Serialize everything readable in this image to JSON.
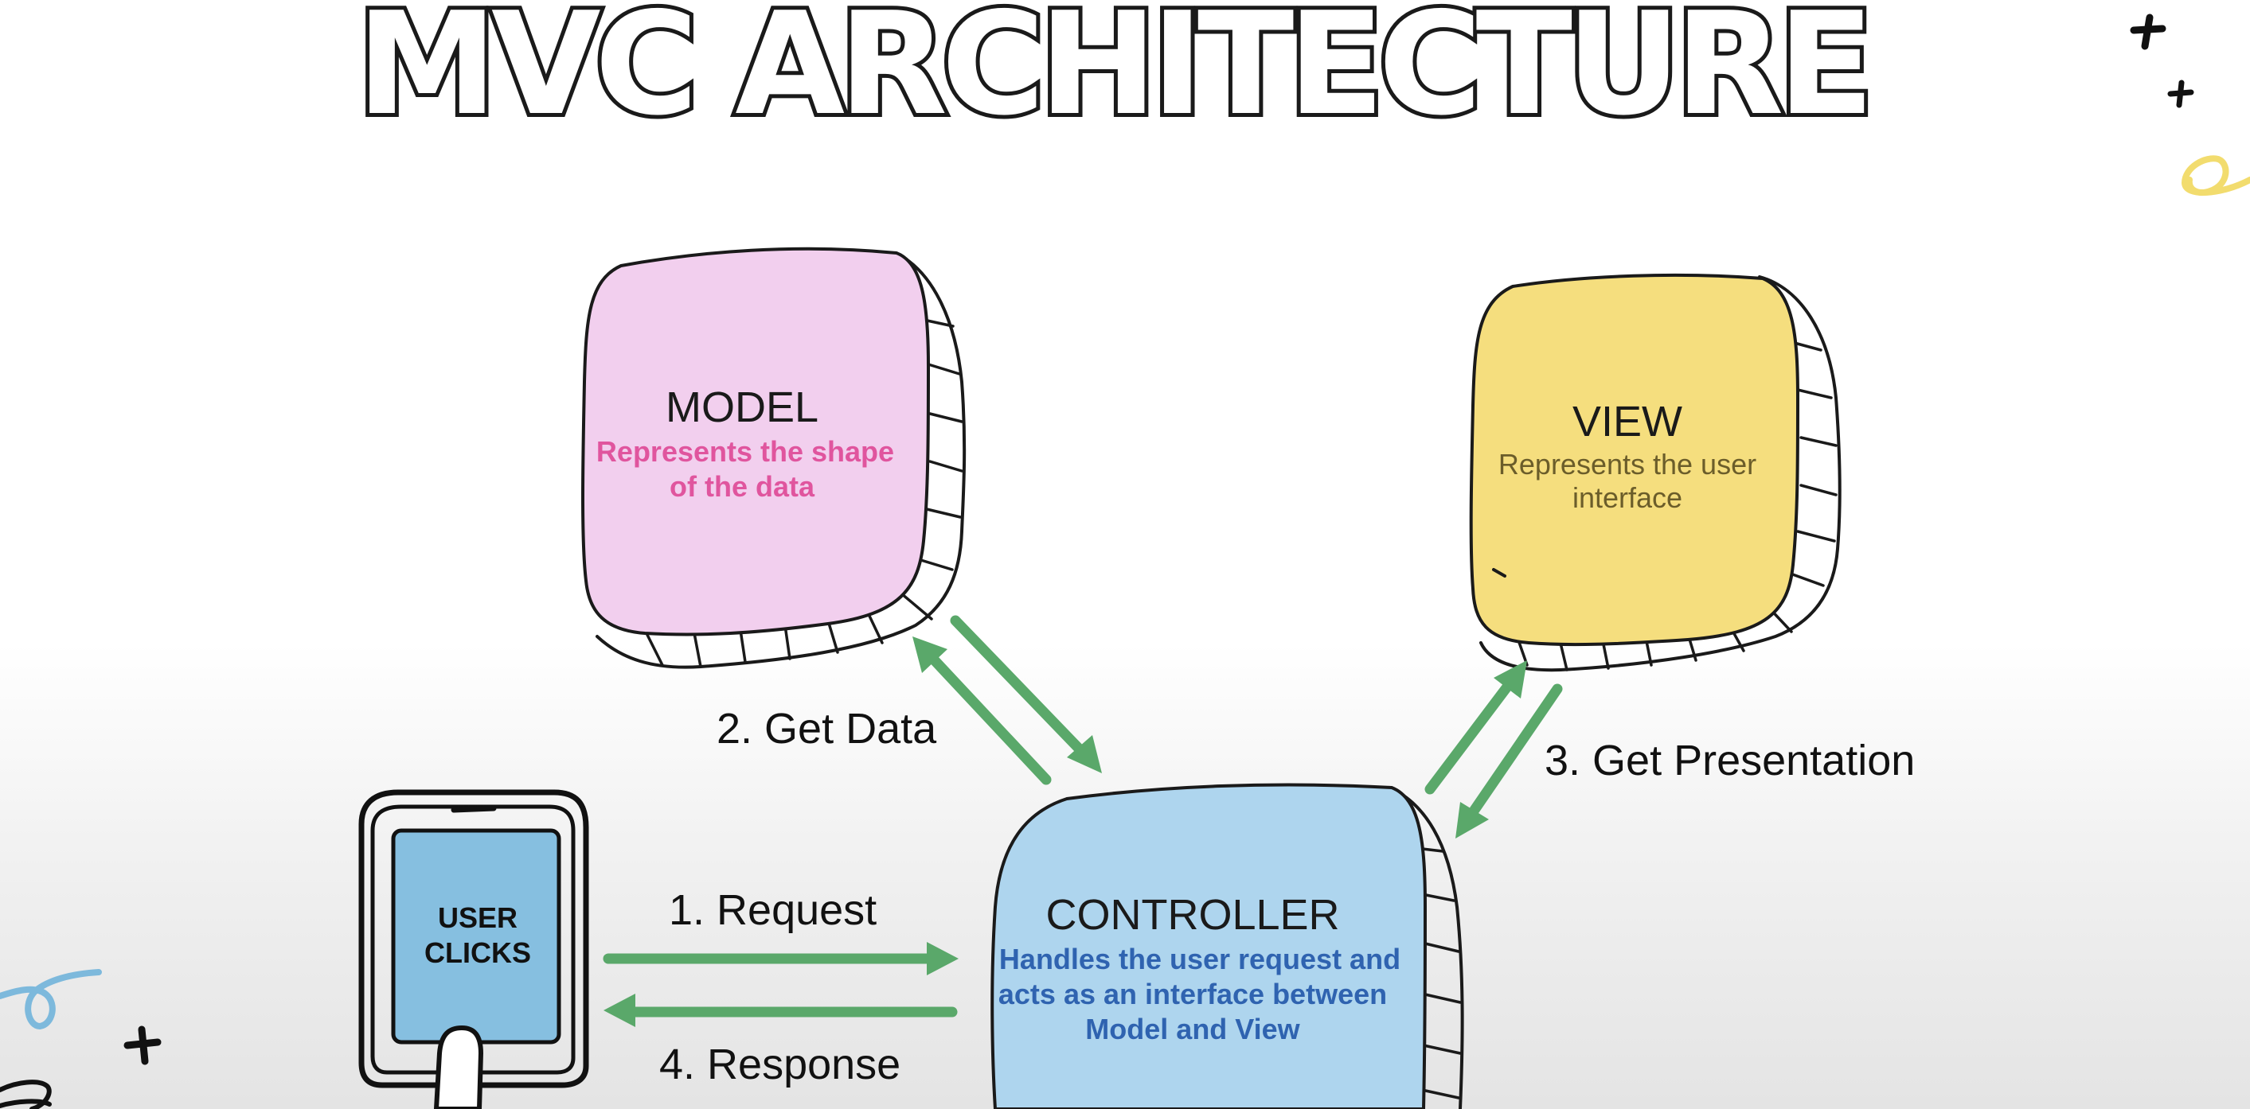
{
  "title": "MVC ARCHITECTURE",
  "model": {
    "title": "MODEL",
    "description": [
      "Represents the shape",
      "of the data"
    ]
  },
  "view": {
    "title": "VIEW",
    "description": [
      "Represents the user",
      "interface"
    ]
  },
  "controller": {
    "title": "CONTROLLER",
    "description": [
      "Handles the user request and",
      "acts as an interface between",
      "Model and View"
    ]
  },
  "user": {
    "label": [
      "USER",
      "CLICKS"
    ]
  },
  "flows": {
    "request": "1. Request",
    "get_data": "2. Get Data",
    "get_presentation": "3. Get Presentation",
    "response": "4. Response"
  },
  "colors": {
    "model_fill": "#f2cfee",
    "model_desc": "#e0559e",
    "view_fill": "#f5de7e",
    "view_desc": "#6b5d2a",
    "controller_fill": "#aed5ee",
    "controller_desc": "#2f63b0",
    "phone_screen": "#86bfe0",
    "arrow": "#5aa86a"
  }
}
